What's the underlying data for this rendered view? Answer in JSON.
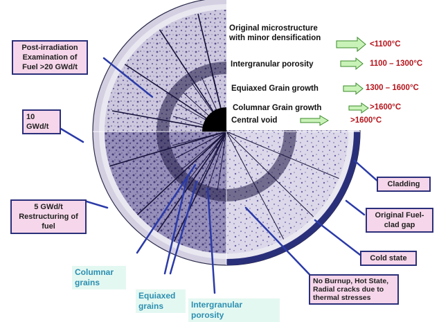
{
  "labels": {
    "post_irradiation": "Post-irradiation Examination of Fuel >20 GWd/t",
    "gwd10": "10 GWd/t",
    "gwd5": "5 GWd/t Restructuring of fuel",
    "cladding": "Cladding",
    "fuel_clad_gap": "Original Fuel-clad gap",
    "cold_state": "Cold state",
    "no_burnup": "No Burnup, Hot State, Radial cracks due to thermal stresses",
    "columnar_grains": "Columnar grains",
    "equiaxed_grains": "Equiaxed grains",
    "intergranular_porosity": "Intergranular porosity"
  },
  "legend_rows": [
    {
      "text": "Original microstructure with minor densification",
      "temp": "<1100°C"
    },
    {
      "text": "Intergranular porosity",
      "temp": "1100 – 1300°C"
    },
    {
      "text": "Equiaxed Grain growth",
      "temp": "1300 – 1600°C"
    },
    {
      "text": "Columnar Grain growth",
      "temp": ">1600°C"
    },
    {
      "text": "Central void",
      "temp": ">1600°C"
    }
  ],
  "colors": {
    "pink_box": "#f6d6ea",
    "box_border": "#2a2f7a",
    "arrow_green": "#c9f2b8",
    "temp_red": "#b5151c",
    "leader_blue": "#2a3aa8"
  }
}
